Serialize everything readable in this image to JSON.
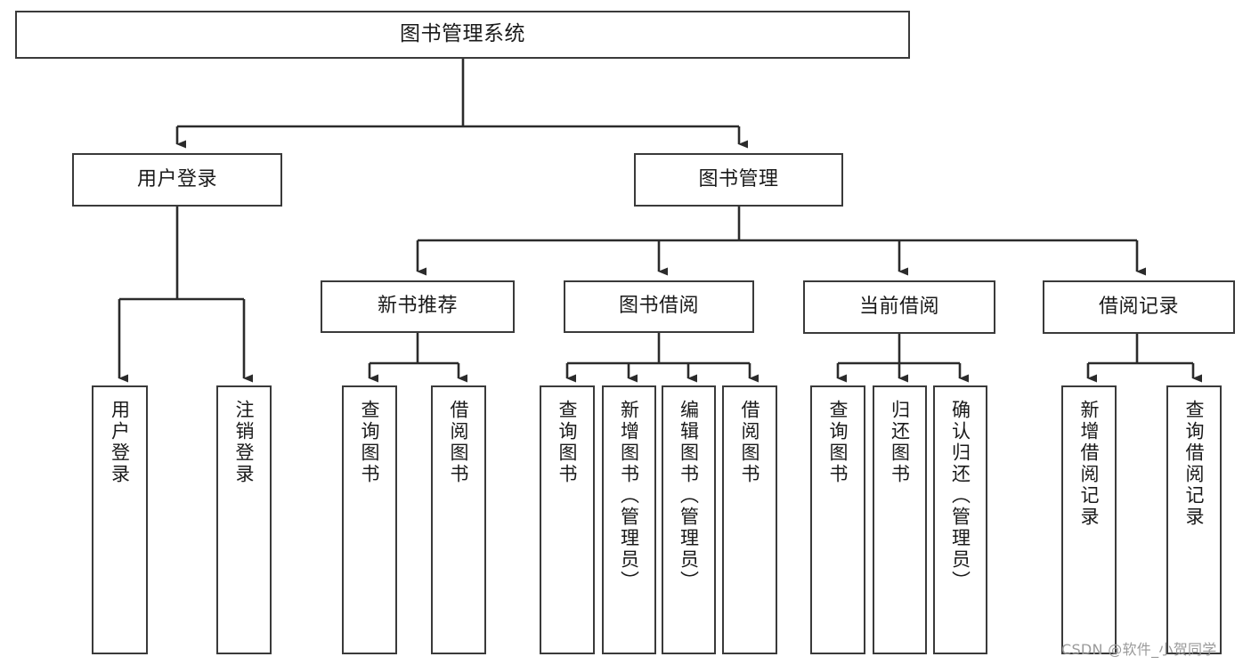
{
  "diagram": {
    "title": "图书管理系统",
    "type": "tree-hierarchy",
    "watermark": "CSDN @软件_小贺同学",
    "colors": {
      "box_border": "#3a3a3a",
      "box_fill": "#ffffff",
      "edge": "#2b2b2b",
      "text": "#1a1a1a",
      "watermark": "#9a9a9a"
    },
    "root": {
      "label": "图书管理系统"
    },
    "level1": [
      {
        "label": "用户登录"
      },
      {
        "label": "图书管理"
      }
    ],
    "level2": [
      {
        "label": "新书推荐"
      },
      {
        "label": "图书借阅"
      },
      {
        "label": "当前借阅"
      },
      {
        "label": "借阅记录"
      }
    ],
    "leaves": {
      "user_login": [
        {
          "label": "用户登录"
        },
        {
          "label": "注销登录"
        }
      ],
      "new_book_recommend": [
        {
          "label": "查询图书"
        },
        {
          "label": "借阅图书"
        }
      ],
      "book_borrow": [
        {
          "label": "查询图书"
        },
        {
          "label": "新增图书（管理员）"
        },
        {
          "label": "编辑图书（管理员）"
        },
        {
          "label": "借阅图书"
        }
      ],
      "current_borrow": [
        {
          "label": "查询图书"
        },
        {
          "label": "归还图书"
        },
        {
          "label": "确认归还（管理员）"
        }
      ],
      "borrow_record": [
        {
          "label": "新增借阅记录"
        },
        {
          "label": "查询借阅记录"
        }
      ]
    }
  }
}
